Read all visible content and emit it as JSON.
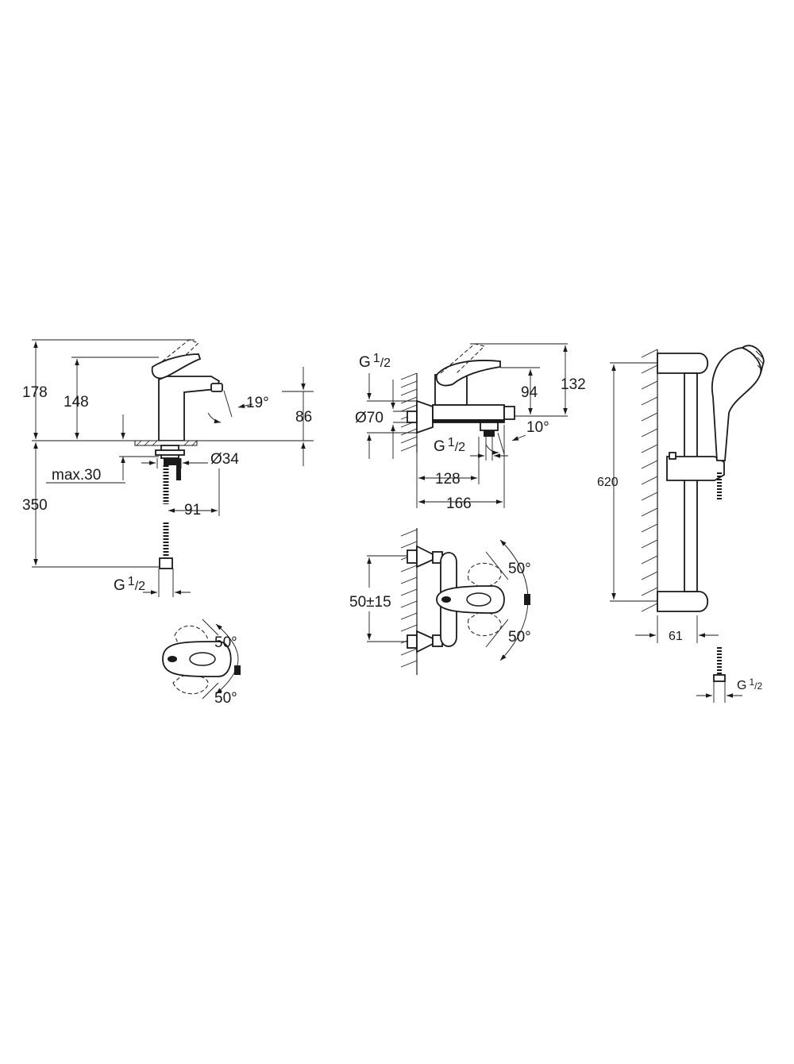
{
  "basin_mixer": {
    "height_total": "178",
    "height_spout": "148",
    "spout_angle": "19°",
    "height_outlet": "86",
    "deck_thickness": "max.30",
    "hole_diameter": "Ø34",
    "hose_length": "350",
    "projection": "91",
    "connection_g": "G",
    "connection_num": "1",
    "connection_den": "2"
  },
  "basin_lever": {
    "angle_top": "50°",
    "angle_bottom": "50°"
  },
  "bath_mixer": {
    "connection_top_g": "G",
    "connection_top_num": "1",
    "connection_top_den": "2",
    "rosette_diameter": "Ø70",
    "height_94": "94",
    "height_132": "132",
    "spout_angle": "10°",
    "connection_bottom_g": "G",
    "connection_bottom_num": "1",
    "connection_bottom_den": "2",
    "projection_128": "128",
    "projection_166": "166"
  },
  "bath_front": {
    "centres": "50±15",
    "angle_top": "50°",
    "angle_bottom": "50°"
  },
  "shower_rail": {
    "rail_length": "620",
    "wall_distance": "61",
    "connection_g": "G",
    "connection_num": "1",
    "connection_den": "2"
  }
}
